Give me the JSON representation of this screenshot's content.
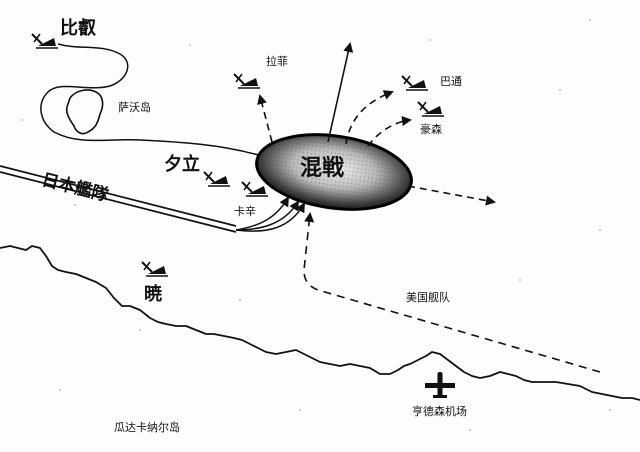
{
  "map": {
    "labels": {
      "hiei": "比叡",
      "savo_island": "萨沃岛",
      "lafey": "拉菲",
      "barton": "巴通",
      "aaron_ward": "豪森",
      "yudachi": "夕立",
      "japanese_fleet": "日本艦隊",
      "melee": "混戦",
      "kasumi": "卡辛",
      "akatsuki": "暁",
      "us_fleet": "美国舰队",
      "henderson_field": "亨德森机场",
      "guadalcanal": "瓜达卡纳尔岛"
    },
    "icons": {
      "ship": "sinking-ship-icon",
      "airfield": "airplane-icon"
    },
    "colors": {
      "ink": "#111111",
      "paper": "#fdfdfd"
    }
  }
}
